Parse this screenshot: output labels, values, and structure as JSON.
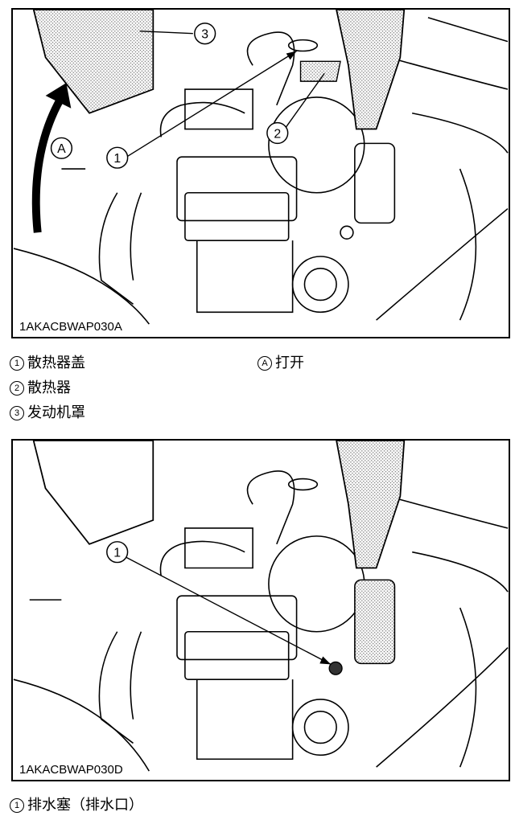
{
  "figure1": {
    "code": "1AKACBWAP030A",
    "callouts": [
      "1",
      "2",
      "3",
      "A"
    ],
    "legend": [
      {
        "mark": "1",
        "label": "散热器盖"
      },
      {
        "mark": "2",
        "label": "散热器"
      },
      {
        "mark": "3",
        "label": "发动机罩"
      }
    ],
    "legend_right": {
      "mark": "A",
      "label": "打开"
    }
  },
  "figure2": {
    "code": "1AKACBWAP030D",
    "callouts": [
      "1"
    ],
    "legend": [
      {
        "mark": "1",
        "label": "排水塞（排水口）"
      }
    ]
  }
}
